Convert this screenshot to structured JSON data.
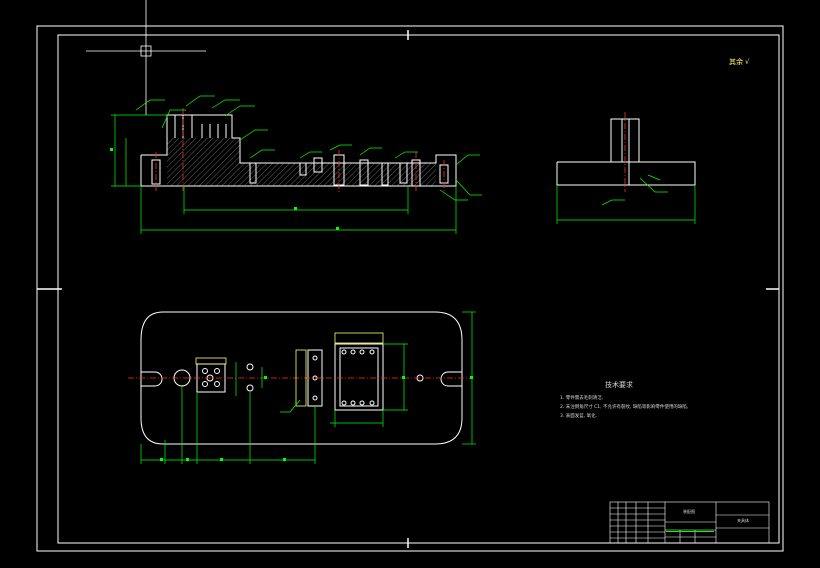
{
  "drawing": {
    "roughness_note": "其余",
    "roughness_symbol": "√",
    "technical_requirements": {
      "title": "技术要求",
      "items": [
        "1. 零件需去毛刺清洁,",
        "2. 未注倒角尺寸 C1, 不允许有裂纹, 缺陷等影响零件使用的缺陷,",
        "3. 表面发蓝, 氧化."
      ]
    },
    "title_block": {
      "part_name": "夹具体",
      "drawing_label": "装配图"
    }
  },
  "colors": {
    "background": "#000000",
    "outline": "#ffffff",
    "dimension": "#00ff00",
    "centerline": "#ff2a2a",
    "annotation": "#ffff66",
    "hatch": "#8a8a8a"
  }
}
